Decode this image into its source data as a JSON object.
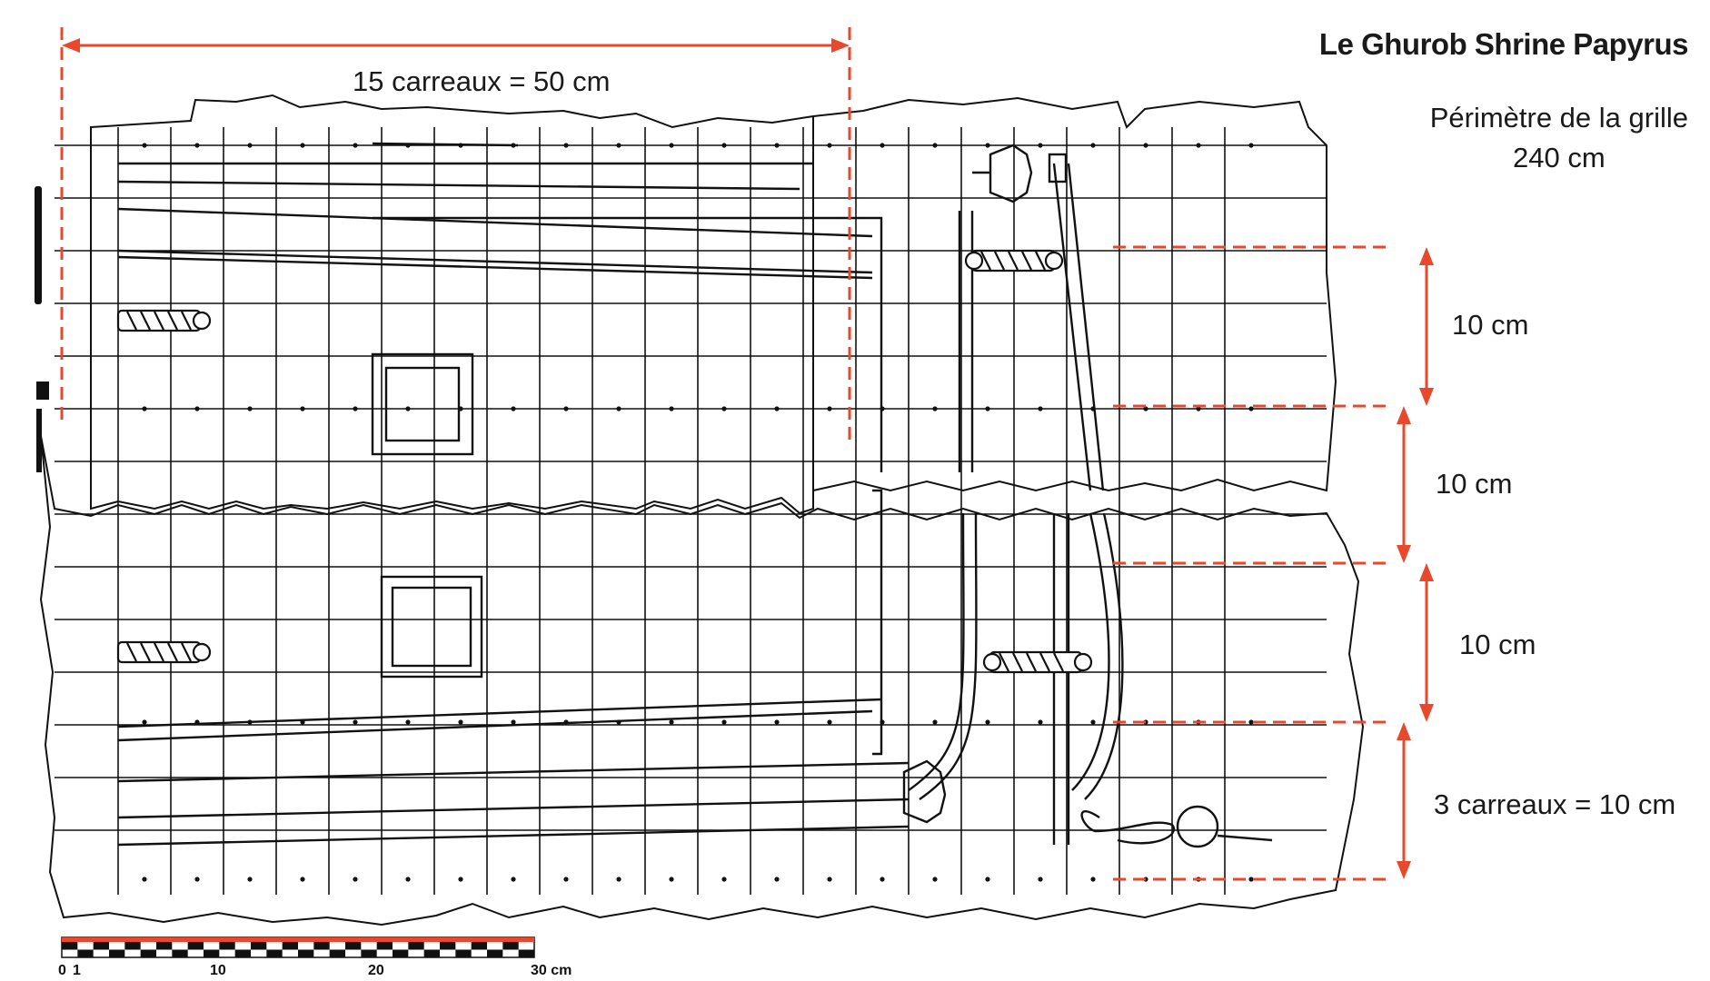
{
  "title": "Le Ghurob Shrine Papyrus",
  "perimeter": {
    "line1": "Périmètre de la grille",
    "line2": "240 cm"
  },
  "dimensions": {
    "top": "15 carreaux = 50 cm",
    "right": [
      "10 cm",
      "10 cm",
      "10 cm",
      "3 carreaux = 10 cm"
    ]
  },
  "scale_bar": {
    "ticks": [
      "0",
      "1",
      "10",
      "20",
      "30 cm"
    ]
  },
  "colors": {
    "dimension": "#e8492c",
    "ink": "#111111",
    "paper": "#ffffff"
  }
}
